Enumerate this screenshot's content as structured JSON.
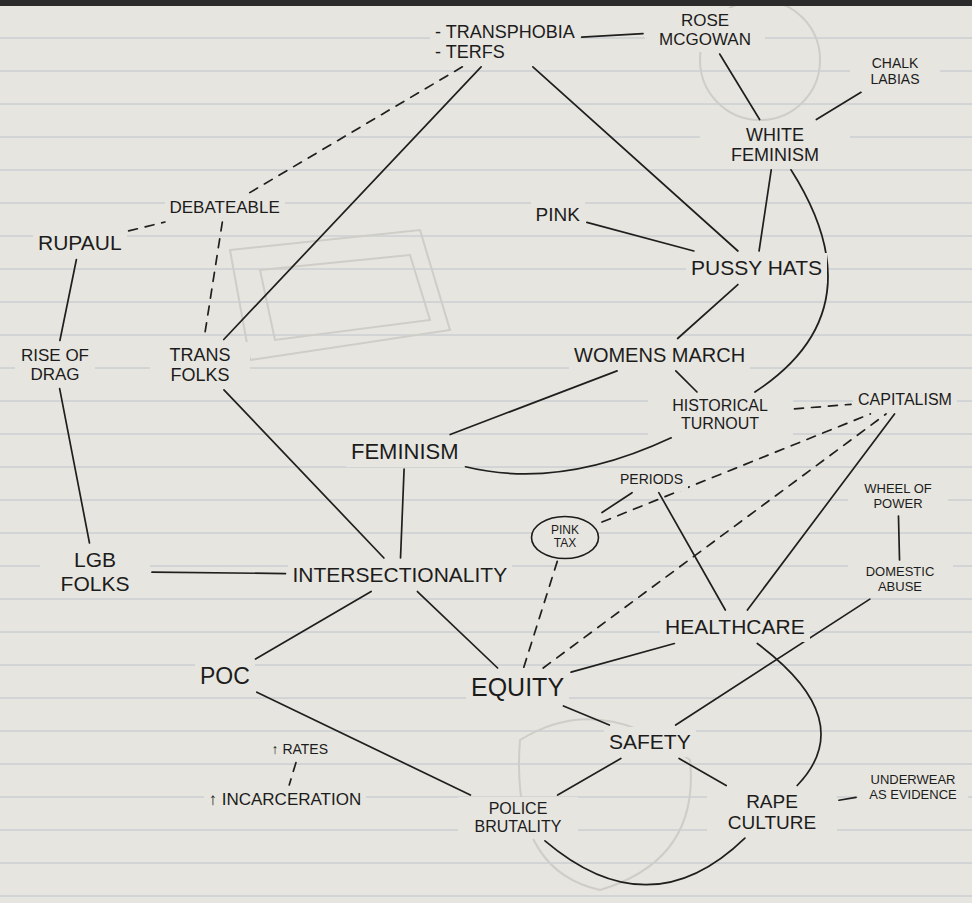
{
  "diagram": {
    "nodes": [
      {
        "text": [
          "- TRANSPHOBIA",
          "- TERFS"
        ]
      },
      {
        "text": [
          "ROSE MCGOWAN"
        ]
      },
      {
        "text": [
          "CHALK LABIAS"
        ]
      },
      {
        "text": [
          "WHITE FEMINISM"
        ]
      },
      {
        "text": [
          "RUPAUL"
        ]
      },
      {
        "text": [
          "DEBATEABLE"
        ]
      },
      {
        "text": [
          "PINK"
        ]
      },
      {
        "text": [
          "PUSSY HATS"
        ]
      },
      {
        "text": [
          "RISE OF DRAG"
        ]
      },
      {
        "text": [
          "TRANS FOLKS"
        ]
      },
      {
        "text": [
          "WOMENS MARCH"
        ]
      },
      {
        "text": [
          "HISTORICAL TURNOUT"
        ]
      },
      {
        "text": [
          "CAPITALISM"
        ]
      },
      {
        "text": [
          "FEMINISM"
        ]
      },
      {
        "text": [
          "PERIODS"
        ]
      },
      {
        "text": [
          "PINK TAX"
        ]
      },
      {
        "text": [
          "WHEEL OF POWER"
        ]
      },
      {
        "text": [
          "LGB FOLKS"
        ]
      },
      {
        "text": [
          "INTERSECTIONALITY"
        ]
      },
      {
        "text": [
          "DOMESTIC ABUSE"
        ]
      },
      {
        "text": [
          "HEALTHCARE"
        ]
      },
      {
        "text": [
          "POC"
        ]
      },
      {
        "text": [
          "EQUITY"
        ]
      },
      {
        "text": [
          "SAFETY"
        ]
      },
      {
        "text": [
          "↑ RATES"
        ]
      },
      {
        "text": [
          "↑ INCARCERATION"
        ]
      },
      {
        "text": [
          "POLICE BRUTALITY"
        ]
      },
      {
        "text": [
          "RAPE CULTURE"
        ]
      },
      {
        "text": [
          "UNDERWEAR AS EVIDENCE"
        ]
      }
    ],
    "edges": [
      {
        "from": 0,
        "to": 1,
        "arrow": "none"
      },
      {
        "from": 1,
        "to": 3,
        "arrow": "none"
      },
      {
        "from": 2,
        "to": 3,
        "arrow": "none"
      },
      {
        "from": 3,
        "to": 7,
        "arrow": "none"
      },
      {
        "from": 0,
        "to": 7,
        "arrow": "none"
      },
      {
        "from": 0,
        "to": 9,
        "arrow": "none"
      },
      {
        "from": 0,
        "to": 5,
        "arrow": "none"
      },
      {
        "from": 4,
        "to": 5,
        "arrow": "none"
      },
      {
        "from": 5,
        "to": 9,
        "arrow": "none"
      },
      {
        "from": 4,
        "to": 8,
        "arrow": "none"
      },
      {
        "from": 8,
        "to": 17,
        "arrow": "none"
      },
      {
        "from": 6,
        "to": 7,
        "arrow": "none"
      },
      {
        "from": 7,
        "to": 10,
        "arrow": "none"
      },
      {
        "from": 10,
        "to": 13,
        "arrow": "none"
      },
      {
        "from": 10,
        "to": 11,
        "arrow": "none"
      },
      {
        "from": 3,
        "to": 11,
        "arrow": "none"
      },
      {
        "from": 13,
        "to": 11,
        "arrow": "none"
      },
      {
        "from": 11,
        "to": 12,
        "arrow": "none"
      },
      {
        "from": 13,
        "to": 18,
        "arrow": "none"
      },
      {
        "from": 9,
        "to": 18,
        "arrow": "none"
      },
      {
        "from": 17,
        "to": 18,
        "arrow": "none"
      },
      {
        "from": 18,
        "to": 21,
        "arrow": "none"
      },
      {
        "from": 18,
        "to": 22,
        "arrow": "none"
      },
      {
        "from": 15,
        "to": 14,
        "arrow": "none"
      },
      {
        "from": 14,
        "to": 20,
        "arrow": "none"
      },
      {
        "from": 12,
        "to": 20,
        "arrow": "none"
      },
      {
        "from": 15,
        "to": 12,
        "arrow": "none"
      },
      {
        "from": 15,
        "to": 22,
        "arrow": "none"
      },
      {
        "from": 22,
        "to": 12,
        "arrow": "none"
      },
      {
        "from": 22,
        "to": 20,
        "arrow": "none"
      },
      {
        "from": 22,
        "to": 23,
        "arrow": "none"
      },
      {
        "from": 16,
        "to": 19,
        "arrow": "none"
      },
      {
        "from": 19,
        "to": 23,
        "arrow": "none"
      },
      {
        "from": 20,
        "to": 27,
        "arrow": "none"
      },
      {
        "from": 23,
        "to": 26,
        "arrow": "none"
      },
      {
        "from": 23,
        "to": 27,
        "arrow": "none"
      },
      {
        "from": 21,
        "to": 26,
        "arrow": "none"
      },
      {
        "from": 24,
        "to": 25,
        "arrow": "none"
      },
      {
        "from": 28,
        "to": 27,
        "arrow": "none"
      },
      {
        "from": 26,
        "to": 27,
        "arrow": "none"
      }
    ]
  }
}
